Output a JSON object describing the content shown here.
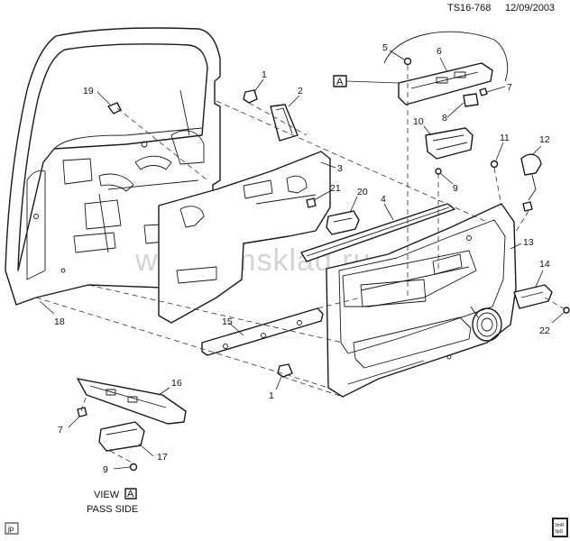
{
  "header": {
    "code": "TS16-768",
    "date": "12/09/2003"
  },
  "view_box_label": "A",
  "view_caption": {
    "line1_prefix": "VIEW",
    "line1_letter": "A",
    "line2": "PASS SIDE"
  },
  "watermark": "www.gmsklad.ru",
  "corner_left": "jp",
  "corner_right": "3mR\n3pD",
  "callouts": [
    "1",
    "2",
    "3",
    "4",
    "5",
    "6",
    "7",
    "8",
    "9",
    "10",
    "11",
    "12",
    "13",
    "14",
    "15",
    "16",
    "17",
    "18",
    "19",
    "20",
    "21",
    "22"
  ],
  "callouts_repeat": {
    "c1b": "1",
    "c7b": "7",
    "c9b": "9"
  }
}
